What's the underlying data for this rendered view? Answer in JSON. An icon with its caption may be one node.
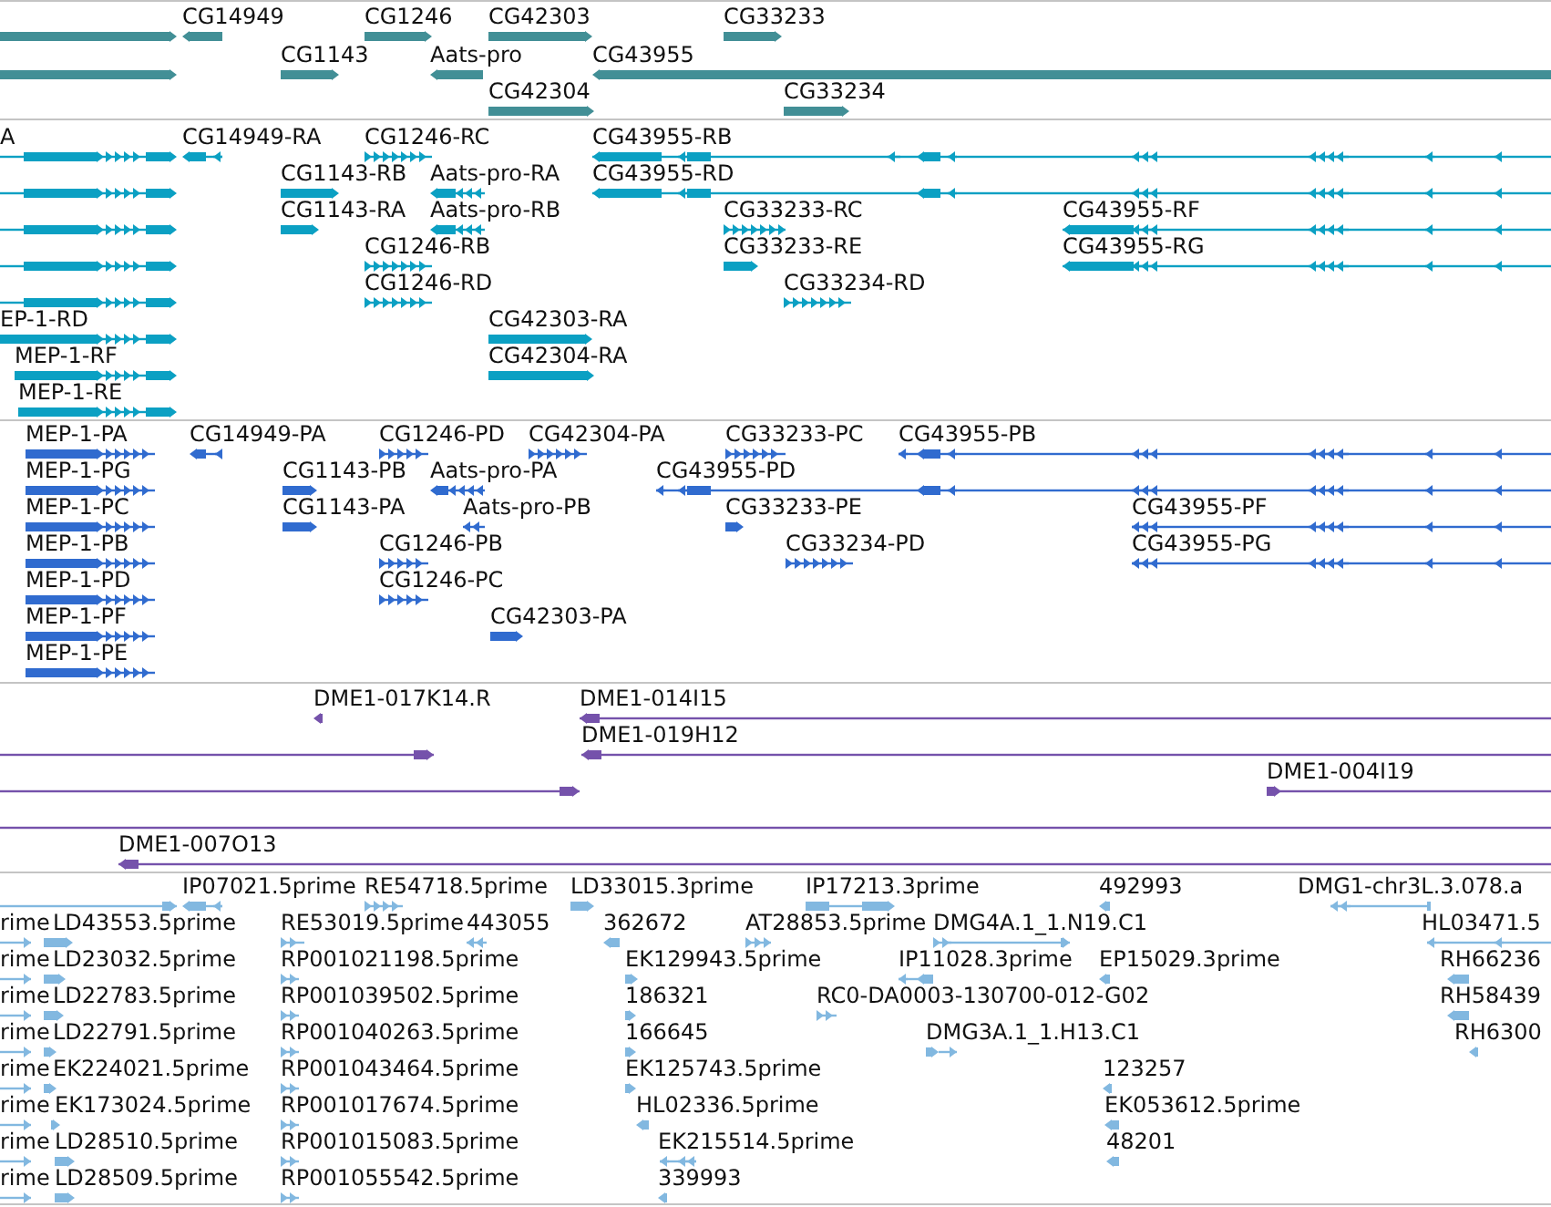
{
  "diagram": {
    "nodes": [
      {
        "text": [],
        "shape": "bar"
      },
      {
        "text": [
          "CG14949"
        ]
      },
      {
        "text": [
          "CG1246"
        ]
      },
      {
        "text": [
          "CG42303"
        ]
      },
      {
        "text": [
          "CG33233"
        ]
      },
      {
        "text": [],
        "shape": "bar"
      },
      {
        "text": [
          "CG1143"
        ]
      },
      {
        "text": [
          "Aats-pro"
        ]
      },
      {
        "text": [
          "CG43955"
        ]
      },
      {
        "text": [
          "CG42304"
        ]
      },
      {
        "text": [
          "CG33234"
        ]
      },
      {
        "text": [
          "A"
        ]
      },
      {
        "text": [
          "CG14949-RA"
        ]
      },
      {
        "text": [
          "CG1246-RC"
        ]
      },
      {
        "text": [
          "CG43955-RB"
        ]
      },
      {
        "text": [],
        "shape": "bar"
      },
      {
        "text": [
          "CG1143-RB"
        ]
      },
      {
        "text": [
          "Aats-pro-RA"
        ]
      },
      {
        "text": [
          "CG43955-RD"
        ]
      },
      {
        "text": [],
        "shape": "bar"
      },
      {
        "text": [
          "CG1143-RA"
        ]
      },
      {
        "text": [
          "Aats-pro-RB"
        ]
      },
      {
        "text": [
          "CG33233-RC"
        ]
      },
      {
        "text": [
          "CG43955-RF"
        ]
      },
      {
        "text": [],
        "shape": "bar"
      },
      {
        "text": [
          "CG1246-RB"
        ]
      },
      {
        "text": [
          "CG33233-RE"
        ]
      },
      {
        "text": [
          "CG43955-RG"
        ]
      },
      {
        "text": [],
        "shape": "bar"
      },
      {
        "text": [
          "CG1246-RD"
        ]
      },
      {
        "text": [
          "CG33234-RD"
        ]
      },
      {
        "text": [
          "EP-1-RD"
        ]
      },
      {
        "text": [
          "CG42303-RA"
        ]
      },
      {
        "text": [
          "MEP-1-RF"
        ]
      },
      {
        "text": [
          "CG42304-RA"
        ]
      },
      {
        "text": [
          "MEP-1-RE"
        ]
      },
      {
        "text": [
          "MEP-1-PA"
        ]
      },
      {
        "text": [
          "CG14949-PA"
        ]
      },
      {
        "text": [
          "CG1246-PD"
        ]
      },
      {
        "text": [
          "CG42304-PA"
        ]
      },
      {
        "text": [
          "CG33233-PC"
        ]
      },
      {
        "text": [
          "CG43955-PB"
        ]
      },
      {
        "text": [
          "MEP-1-PG"
        ]
      },
      {
        "text": [
          "CG1143-PB"
        ]
      },
      {
        "text": [
          "Aats-pro-PA"
        ]
      },
      {
        "text": [
          "CG43955-PD"
        ]
      },
      {
        "text": [
          "MEP-1-PC"
        ]
      },
      {
        "text": [
          "CG1143-PA"
        ]
      },
      {
        "text": [
          "Aats-pro-PB"
        ]
      },
      {
        "text": [
          "CG33233-PE"
        ]
      },
      {
        "text": [
          "CG43955-PF"
        ]
      },
      {
        "text": [
          "MEP-1-PB"
        ]
      },
      {
        "text": [
          "CG1246-PB"
        ]
      },
      {
        "text": [
          "CG33234-PD"
        ]
      },
      {
        "text": [
          "CG43955-PG"
        ]
      },
      {
        "text": [
          "MEP-1-PD"
        ]
      },
      {
        "text": [
          "CG1246-PC"
        ]
      },
      {
        "text": [
          "MEP-1-PF"
        ]
      },
      {
        "text": [
          "CG42303-PA"
        ]
      },
      {
        "text": [
          "MEP-1-PE"
        ]
      },
      {
        "text": [
          "DME1-017K14.R"
        ]
      },
      {
        "text": [
          "DME1-014I15"
        ]
      },
      {
        "text": [],
        "shape": "bar"
      },
      {
        "text": [
          "DME1-019H12"
        ]
      },
      {
        "text": [],
        "shape": "bar"
      },
      {
        "text": [
          "DME1-004I19"
        ]
      },
      {
        "text": [],
        "shape": "bar"
      },
      {
        "text": [
          "DME1-007O13"
        ]
      },
      {
        "text": [],
        "shape": "bar"
      },
      {
        "text": [
          "IP07021.5prime"
        ]
      },
      {
        "text": [
          "RE54718.5prime"
        ]
      },
      {
        "text": [
          "LD33015.3prime"
        ]
      },
      {
        "text": [
          "IP17213.3prime"
        ]
      },
      {
        "text": [
          "492993"
        ]
      },
      {
        "text": [
          "DMG1-chr3L.3.078.a"
        ]
      },
      {
        "text": [
          "rime"
        ]
      },
      {
        "text": [
          "LD43553.5prime"
        ]
      },
      {
        "text": [
          "RE53019.5prime"
        ]
      },
      {
        "text": [
          "443055"
        ]
      },
      {
        "text": [
          "362672"
        ]
      },
      {
        "text": [
          "AT28853.5prime"
        ]
      },
      {
        "text": [
          "DMG4A.1_1.N19.C1"
        ]
      },
      {
        "text": [
          "HL03471.5"
        ]
      },
      {
        "text": [
          "rime"
        ]
      },
      {
        "text": [
          "LD23032.5prime"
        ]
      },
      {
        "text": [
          "RP001021198.5prime"
        ]
      },
      {
        "text": [
          "EK129943.5prime"
        ]
      },
      {
        "text": [
          "IP11028.3prime"
        ]
      },
      {
        "text": [
          "EP15029.3prime"
        ]
      },
      {
        "text": [
          "RH66236"
        ]
      },
      {
        "text": [
          "rime"
        ]
      },
      {
        "text": [
          "LD22783.5prime"
        ]
      },
      {
        "text": [
          "RP001039502.5prime"
        ]
      },
      {
        "text": [
          "186321"
        ]
      },
      {
        "text": [
          "RC0-DA0003-130700-012-G02"
        ]
      },
      {
        "text": [
          "RH58439"
        ]
      },
      {
        "text": [
          "rime"
        ]
      },
      {
        "text": [
          "LD22791.5prime"
        ]
      },
      {
        "text": [
          "RP001040263.5prime"
        ]
      },
      {
        "text": [
          "166645"
        ]
      },
      {
        "text": [
          "DMG3A.1_1.H13.C1"
        ]
      },
      {
        "text": [
          "RH6300"
        ]
      },
      {
        "text": [
          "rime"
        ]
      },
      {
        "text": [
          "EK224021.5prime"
        ]
      },
      {
        "text": [
          "RP001043464.5prime"
        ]
      },
      {
        "text": [
          "EK125743.5prime"
        ]
      },
      {
        "text": [
          "123257"
        ]
      },
      {
        "text": [
          "rime"
        ]
      },
      {
        "text": [
          "EK173024.5prime"
        ]
      },
      {
        "text": [
          "RP001017674.5prime"
        ]
      },
      {
        "text": [
          "HL02336.5prime"
        ]
      },
      {
        "text": [
          "EK053612.5prime"
        ]
      },
      {
        "text": [
          "rime"
        ]
      },
      {
        "text": [
          "LD28510.5prime"
        ]
      },
      {
        "text": [
          "RP001015083.5prime"
        ]
      },
      {
        "text": [
          "EK215514.5prime"
        ]
      },
      {
        "text": [
          "48201"
        ]
      },
      {
        "text": [
          "rime"
        ]
      },
      {
        "text": [
          "LD28509.5prime"
        ]
      },
      {
        "text": [
          "RP001055542.5prime"
        ]
      },
      {
        "text": [
          "339993"
        ]
      }
    ]
  }
}
